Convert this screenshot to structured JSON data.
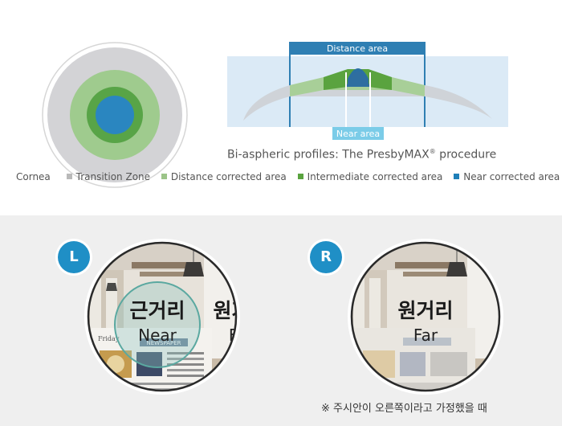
{
  "diagram": {
    "distance_label": "Distance area",
    "near_label": "Near area",
    "caption_main": "Bi-aspheric profiles: The PresbyMAX",
    "caption_reg": "®",
    "caption_tail": " procedure"
  },
  "legend": [
    {
      "label": "Cornea",
      "color": ""
    },
    {
      "label": "Transition Zone",
      "color": "#b9b9b9"
    },
    {
      "label": "Distance corrected area",
      "color": "#9cc489"
    },
    {
      "label": "Intermediate corrected area",
      "color": "#5aa33f"
    },
    {
      "label": "Near corrected area",
      "color": "#1f7fb8"
    }
  ],
  "left_eye": {
    "badge": "L",
    "near_korean": "근거리",
    "near_english": "Near",
    "far_korean": "원거리",
    "far_english": "Far",
    "newspaper": "NEWSPAPER",
    "day": "Friday"
  },
  "right_eye": {
    "badge": "R",
    "far_korean": "원거리",
    "far_english": "Far"
  },
  "note": "※ 주시안이 오른쪽이라고 가정했을 때"
}
